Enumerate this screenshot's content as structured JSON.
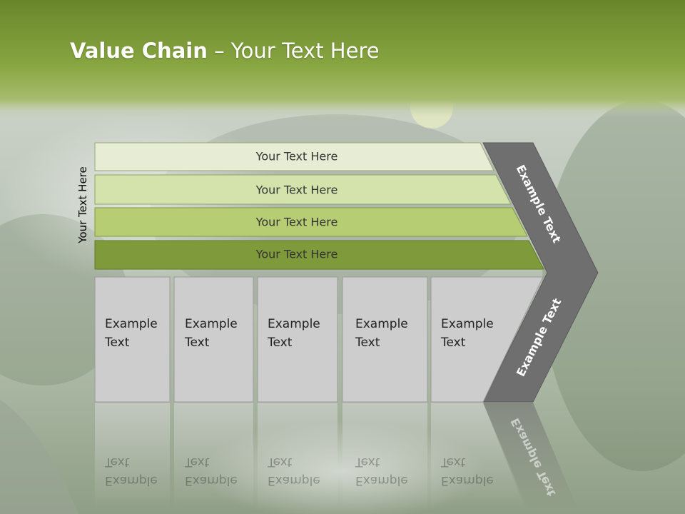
{
  "slide": {
    "title_bold": "Value Chain",
    "title_rest": " – Your Text Here",
    "side_label": "Your Text Here"
  },
  "bars": [
    {
      "label": "Your Text Here",
      "color": "#e6edd4"
    },
    {
      "label": "Your Text Here",
      "color": "#d4e2ac"
    },
    {
      "label": "Your Text Here",
      "color": "#b7cd73"
    },
    {
      "label": "Your Text Here",
      "color": "#7f9a3a"
    }
  ],
  "boxes": [
    {
      "line1": "Example",
      "line2": "Text"
    },
    {
      "line1": "Example",
      "line2": "Text"
    },
    {
      "line1": "Example",
      "line2": "Text"
    },
    {
      "line1": "Example",
      "line2": "Text"
    },
    {
      "line1": "Example",
      "line2": "Text"
    }
  ],
  "chevron": {
    "upper_text": "Example Text",
    "lower_text": "Example Text",
    "color": "#6f6f6f"
  },
  "colors": {
    "header_green": "#7f9c3a",
    "box_fill": "#cdcdcd",
    "box_border": "#9a9a9a"
  }
}
